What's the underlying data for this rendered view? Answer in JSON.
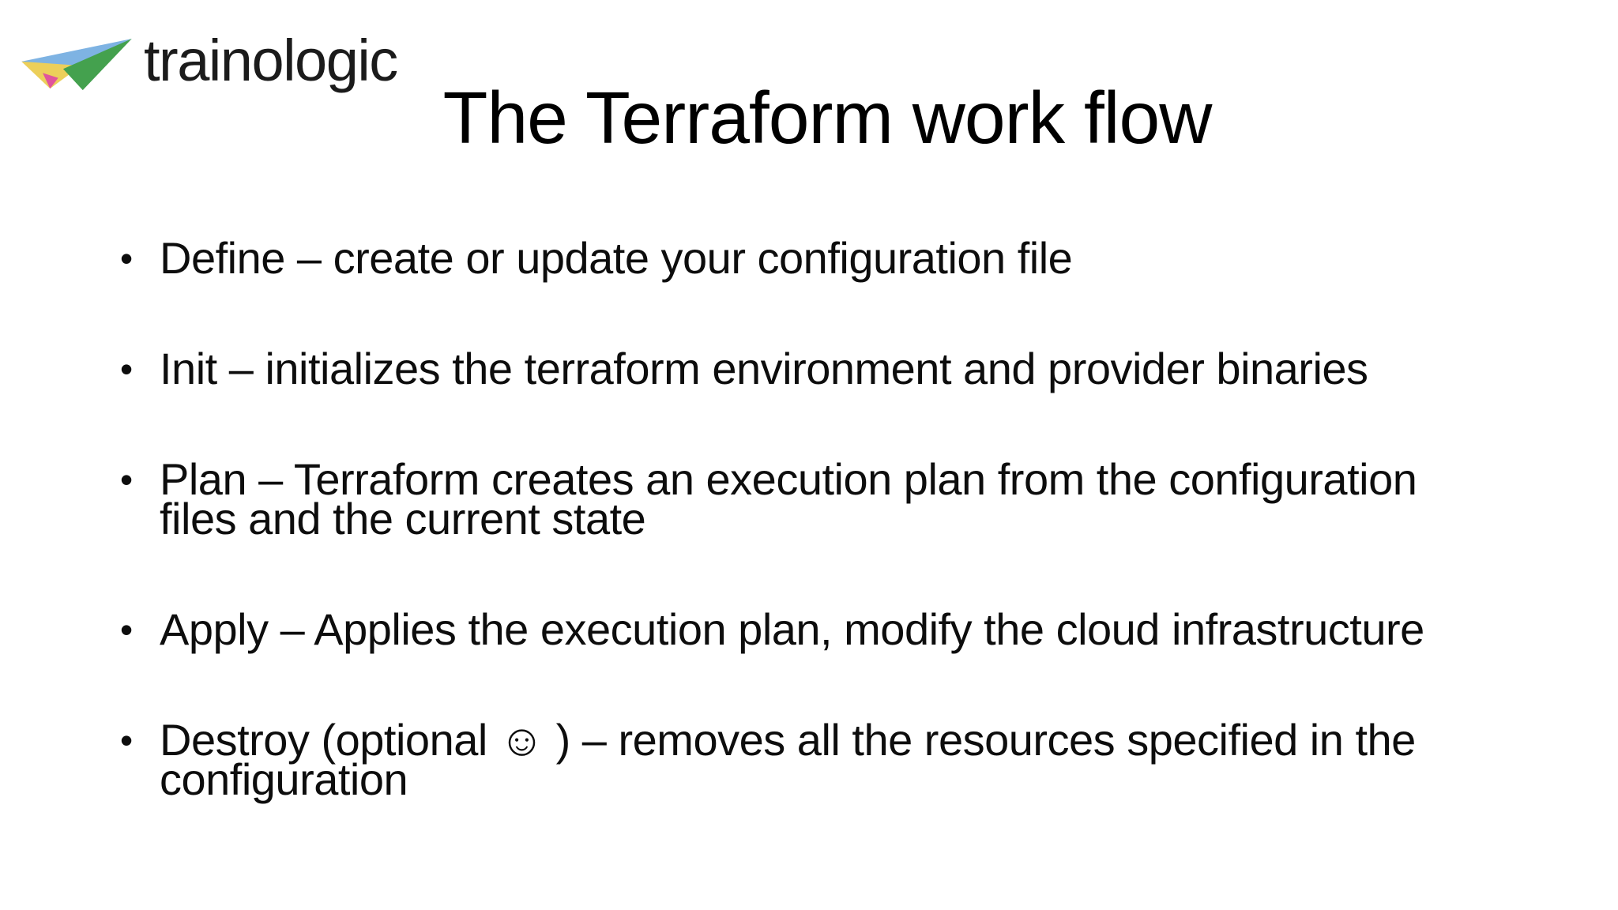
{
  "logo": {
    "text": "trainologic",
    "icon": "paper-plane-icon",
    "colors": {
      "blue": "#7eb3e3",
      "yellow": "#eccf5a",
      "pink": "#e0549c",
      "green": "#44a14e"
    }
  },
  "slide": {
    "title": "The Terraform work flow",
    "bullet_char": "•",
    "bullets": [
      {
        "lines": [
          "Define – create or update your configuration file"
        ]
      },
      {
        "lines": [
          "Init – initializes the terraform environment and provider binaries"
        ]
      },
      {
        "lines": [
          "Plan – Terraform creates an execution plan from the configuration",
          "files and the current state"
        ]
      },
      {
        "lines": [
          "Apply – Applies the execution plan, modify the cloud infrastructure"
        ]
      },
      {
        "lines": [
          "Destroy (optional ☺ ) – removes all the resources specified in the",
          "configuration"
        ]
      }
    ]
  }
}
